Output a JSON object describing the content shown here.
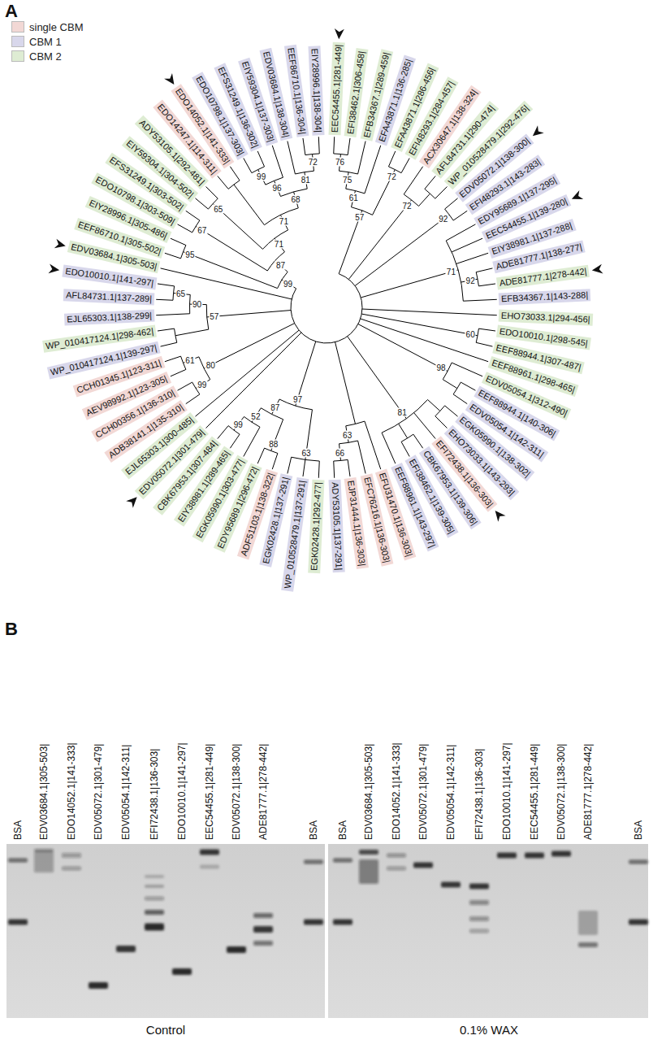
{
  "diagram": {
    "nodes": [
      {
        "text": [
          "EEC54455.1|281-449|"
        ]
      },
      {
        "text": [
          "EFI38462.1|306-458|"
        ]
      },
      {
        "text": [
          "EFB34367.1|289-459|"
        ]
      },
      {
        "text": [
          "EFA43871.1|136-285|"
        ]
      },
      {
        "text": [
          "EFA43871.1|286-456|"
        ]
      },
      {
        "text": [
          "EFI48293.1|284-457|"
        ]
      },
      {
        "text": [
          "ACX30647.1|138-324|"
        ]
      },
      {
        "text": [
          "AFL84731.1|290-474|"
        ]
      },
      {
        "text": [
          "WP_010528479.1|292-476|"
        ]
      },
      {
        "text": [
          "EDV05072.1|138-300|"
        ]
      },
      {
        "text": [
          "EFI48293.1|143-283|"
        ]
      },
      {
        "text": [
          "EDY95689.1|137-295|"
        ]
      },
      {
        "text": [
          "EEC54455.1|139-280|"
        ]
      },
      {
        "text": [
          "EIY38981.1|137-288|"
        ]
      },
      {
        "text": [
          "ADE81777.1|138-277|"
        ]
      },
      {
        "text": [
          "ADE81777.1|278-442|"
        ]
      },
      {
        "text": [
          "EFB34367.1|143-288|"
        ]
      },
      {
        "text": [
          "EHO73033.1|294-456|"
        ]
      },
      {
        "text": [
          "EDO10010.1|298-545|"
        ]
      },
      {
        "text": [
          "EEF88944.1|307-487|"
        ]
      },
      {
        "text": [
          "EEF88961.1|298-465|"
        ]
      },
      {
        "text": [
          "EDV05054.1|312-490|"
        ]
      },
      {
        "text": [
          "EEF88944.1|140-306|"
        ]
      },
      {
        "text": [
          "EDV05054.1|142-311|"
        ]
      },
      {
        "text": [
          "EGK05990.1|138-302|"
        ]
      },
      {
        "text": [
          "EHO73033.1|143-293|"
        ]
      },
      {
        "text": [
          "EFI72438.1|136-303|"
        ]
      },
      {
        "text": [
          "CBK67953.1|139-306|"
        ]
      },
      {
        "text": [
          "EFI38462.1|139-305|"
        ]
      },
      {
        "text": [
          "EEF88961.1|143-297|"
        ]
      },
      {
        "text": [
          "EFU31470.1|136-303|"
        ]
      },
      {
        "text": [
          "EFC76216.1|136-303|"
        ]
      },
      {
        "text": [
          "EJP31444.1|136-303|"
        ]
      },
      {
        "text": [
          "ADY53105.1|137-291|"
        ]
      },
      {
        "text": [
          "EGK02428.1|292-477|"
        ]
      },
      {
        "text": [
          "WP_010528479.1|137-291|"
        ]
      },
      {
        "text": [
          "EGK02428.1|137-291|"
        ]
      },
      {
        "text": [
          "ADF51103.1|138-322|"
        ]
      },
      {
        "text": [
          "EDY95689.1|296-472|"
        ]
      },
      {
        "text": [
          "EGK05990.1|303-477|"
        ]
      },
      {
        "text": [
          "EIY38981.1|289-465|"
        ]
      },
      {
        "text": [
          "CBK67953.1|307-484|"
        ]
      },
      {
        "text": [
          "EDV05072.1|301-479|"
        ]
      },
      {
        "text": [
          "EJL65303.1|300-485|"
        ]
      },
      {
        "text": [
          "ADB38141.1|135-310|"
        ]
      },
      {
        "text": [
          "CCH00356.1|136-310|"
        ]
      },
      {
        "text": [
          "AEV98992.1|123-305|"
        ]
      },
      {
        "text": [
          "CCH01345.1|123-311|"
        ]
      },
      {
        "text": [
          "WP_010417124.1|139-297|"
        ]
      },
      {
        "text": [
          "WP_010417124.1|298-462|"
        ]
      },
      {
        "text": [
          "EJL65303.1|138-299|"
        ]
      },
      {
        "text": [
          "AFL84731.1|137-289|"
        ]
      },
      {
        "text": [
          "EDO10010.1|141-297|"
        ]
      },
      {
        "text": [
          "EDV03684.1|305-503|"
        ]
      },
      {
        "text": [
          "EEF86710.1|305-502|"
        ]
      },
      {
        "text": [
          "EIY28996.1|305-486|"
        ]
      },
      {
        "text": [
          "EDO10798.1|303-509|"
        ]
      },
      {
        "text": [
          "EFS31249.1|303-502|"
        ]
      },
      {
        "text": [
          "EIY59304.1|304-502|"
        ]
      },
      {
        "text": [
          "ADY53105.1|292-481|"
        ]
      },
      {
        "text": [
          "EDO14247.1|114-311|"
        ]
      },
      {
        "text": [
          "EDO14052.1|141-333|"
        ]
      },
      {
        "text": [
          "EDO10798.1|137-303|"
        ]
      },
      {
        "text": [
          "EFS31249.1|136-302|"
        ]
      },
      {
        "text": [
          "EIY59304.1|137-303|"
        ]
      },
      {
        "text": [
          "EDV03684.1|138-304|"
        ]
      },
      {
        "text": [
          "EEF86710.1|136-304|"
        ]
      },
      {
        "text": [
          "EIY28996.1|138-304|"
        ]
      }
    ],
    "labels": [
      "A",
      "B",
      "76",
      "75",
      "61",
      "72",
      "57",
      "72",
      "92",
      "92",
      "71",
      "60",
      "98",
      "81",
      "63",
      "66",
      "63",
      "97",
      "88",
      "87",
      "52",
      "99",
      "99",
      "61",
      "80",
      "57",
      "90",
      "65",
      "99",
      "95",
      "87",
      "67",
      "71",
      "65",
      "71",
      "68",
      "96",
      "99",
      "81",
      "72",
      "BSA",
      "EDV03684.1|305-503|",
      "EDO14052.1|141-333|",
      "EDV05072.1|301-479|",
      "EDV05054.1|142-311|",
      "EFI72438.1|136-303|",
      "EDO10010.1|141-297|",
      "EEC54455.1|281-449|",
      "EDV05072.1|138-300|",
      "ADE81777.1|278-442|",
      "BSA",
      "BSA",
      "EDV03684.1|305-503|",
      "EDO14052.1|141-333|",
      "EDV05072.1|301-479|",
      "EDV05054.1|142-311|",
      "EFI72438.1|136-303|",
      "EDO10010.1|141-297|",
      "EEC54455.1|281-449|",
      "EDV05072.1|138-300|",
      "ADE81777.1|278-442|",
      "BSA",
      "Control",
      "0.1% WAX"
    ],
    "legend": [
      {
        "text": "single CBM",
        "color": "#f2d8d5"
      },
      {
        "text": "CBM 1",
        "color": "#d8d7eb"
      },
      {
        "text": "CBM 2",
        "color": "#deecd3"
      }
    ]
  }
}
